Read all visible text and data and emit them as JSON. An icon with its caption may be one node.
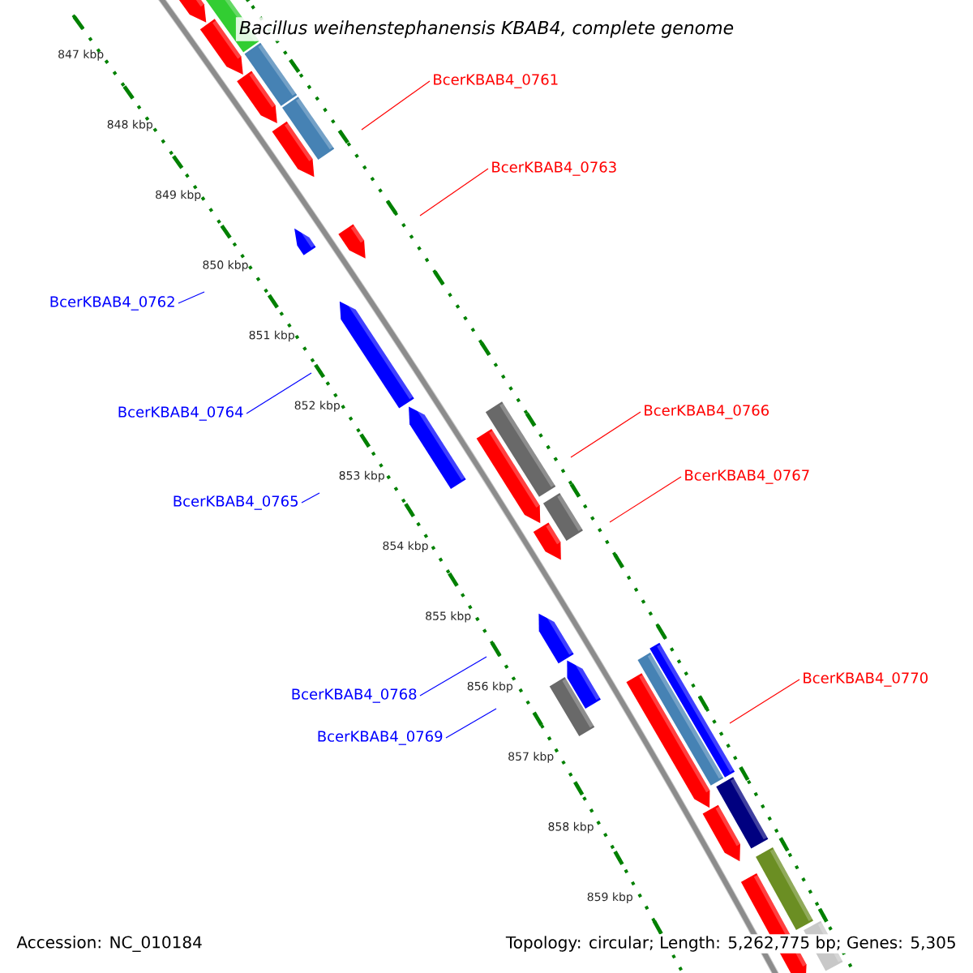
{
  "diagram": {
    "title": "Bacillus weihenstephanensis KBAB4, complete genome",
    "nodes": [
      {
        "text": [
          "BcerKBAB4_0761"
        ]
      },
      {
        "text": [
          "BcerKBAB4_0763"
        ]
      },
      {
        "text": [
          "BcerKBAB4_0762"
        ]
      },
      {
        "text": [
          "BcerKBAB4_0764"
        ]
      },
      {
        "text": [
          "BcerKBAB4_0766"
        ]
      },
      {
        "text": [
          "BcerKBAB4_0767"
        ]
      },
      {
        "text": [
          "BcerKBAB4_0765"
        ]
      },
      {
        "text": [
          "BcerKBAB4_0770"
        ]
      },
      {
        "text": [
          "BcerKBAB4_0768"
        ]
      },
      {
        "text": [
          "BcerKBAB4_0769"
        ]
      }
    ],
    "edges": [
      {
        "from": 0,
        "to": null,
        "arrow": "none",
        "color": "#ff0000"
      },
      {
        "from": 1,
        "to": null,
        "arrow": "none",
        "color": "#ff0000"
      },
      {
        "from": 2,
        "to": null,
        "arrow": "none",
        "color": "#0000ff"
      },
      {
        "from": 3,
        "to": null,
        "arrow": "none",
        "color": "#0000ff"
      },
      {
        "from": 4,
        "to": null,
        "arrow": "none",
        "color": "#ff0000"
      },
      {
        "from": 5,
        "to": null,
        "arrow": "none",
        "color": "#ff0000"
      },
      {
        "from": 6,
        "to": null,
        "arrow": "none",
        "color": "#0000ff"
      },
      {
        "from": 7,
        "to": null,
        "arrow": "none",
        "color": "#ff0000"
      },
      {
        "from": 8,
        "to": null,
        "arrow": "none",
        "color": "#0000ff"
      },
      {
        "from": 9,
        "to": null,
        "arrow": "none",
        "color": "#0000ff"
      }
    ],
    "labels": [
      "847 kbp",
      "848 kbp",
      "849 kbp",
      "850 kbp",
      "851 kbp",
      "852 kbp",
      "853 kbp",
      "854 kbp",
      "855 kbp",
      "856 kbp",
      "857 kbp",
      "858 kbp",
      "859 kbp",
      "Accession: NC_010184",
      "Topology: circular; Length: 5,262,775 bp; Genes: 5,305"
    ]
  }
}
